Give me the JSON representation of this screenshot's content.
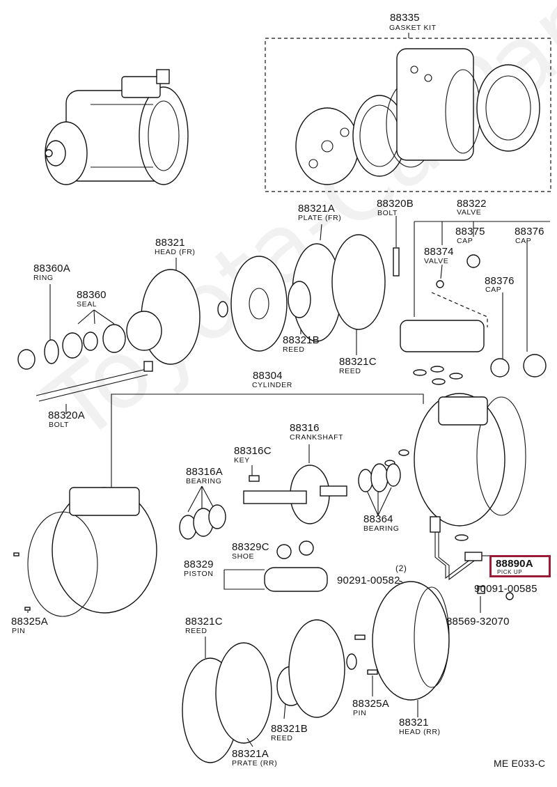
{
  "watermark": "Toyota-CarParts",
  "diagram_code": "ME E033-C",
  "highlight_color": "#9b1c36",
  "parts": {
    "p88335": {
      "number": "88335",
      "name": "GASKET KIT"
    },
    "p88321a_top": {
      "number": "88321A",
      "name": "PLATE (FR)"
    },
    "p88320b": {
      "number": "88320B",
      "name": "BOLT"
    },
    "p88322": {
      "number": "88322",
      "name": "VALVE"
    },
    "p88375": {
      "number": "88375",
      "name": "CAP"
    },
    "p88376_a": {
      "number": "88376",
      "name": "CAP"
    },
    "p88374": {
      "number": "88374",
      "name": "VALVE"
    },
    "p88376_b": {
      "number": "88376",
      "name": "CAP"
    },
    "p88321_top": {
      "number": "88321",
      "name": "HEAD (FR)"
    },
    "p88360a": {
      "number": "88360A",
      "name": "RING"
    },
    "p88360": {
      "number": "88360",
      "name": "SEAL"
    },
    "p88321b_top": {
      "number": "88321B",
      "name": "REED"
    },
    "p88321c_top": {
      "number": "88321C",
      "name": "REED"
    },
    "p88320a": {
      "number": "88320A",
      "name": "BOLT"
    },
    "p88304": {
      "number": "88304",
      "name": "CYLINDER"
    },
    "p88316": {
      "number": "88316",
      "name": "CRANKSHAFT"
    },
    "p88316c": {
      "number": "88316C",
      "name": "KEY"
    },
    "p88316a": {
      "number": "88316A",
      "name": "BEARING"
    },
    "p88364": {
      "number": "88364",
      "name": "BEARING"
    },
    "p88890a": {
      "number": "88890A",
      "name": "PICK UP"
    },
    "p88329c": {
      "number": "88329C",
      "name": "SHOE"
    },
    "p88329": {
      "number": "88329",
      "name": "PISTON"
    },
    "p90291": {
      "number": "90291-00582",
      "qty": "(2)"
    },
    "p90091": {
      "number": "90091-00585"
    },
    "p88569": {
      "number": "88569-32070"
    },
    "p88325a_l": {
      "number": "88325A",
      "name": "PIN"
    },
    "p88321c_bot": {
      "number": "88321C",
      "name": "REED"
    },
    "p88325a_r": {
      "number": "88325A",
      "name": "PIN"
    },
    "p88321_bot": {
      "number": "88321",
      "name": "HEAD (RR)"
    },
    "p88321b_bot": {
      "number": "88321B",
      "name": "REED"
    },
    "p88321a_bot": {
      "number": "88321A",
      "name": "PRATE (RR)"
    }
  }
}
